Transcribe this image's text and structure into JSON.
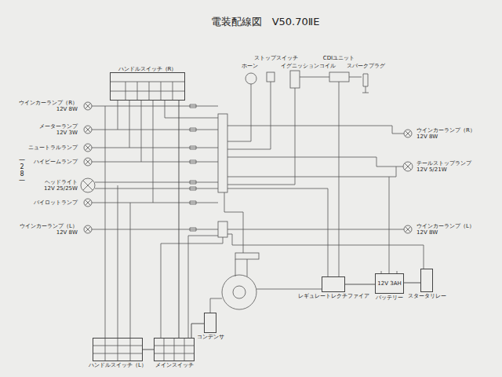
{
  "diagram": {
    "title": "電装配線図　V50.70ⅡE",
    "nodes": [
      {
        "text": [
          "ハンドルスイッチ（R）"
        ]
      },
      {
        "text": [
          "ハンドルスイッチ（L）"
        ]
      },
      {
        "text": [
          "メインスイッチ"
        ]
      },
      {
        "text": [
          "コンデンサ"
        ]
      },
      {
        "text": [
          "レギュレートレクチファイア"
        ]
      },
      {
        "text": [
          "12V 3AH",
          "バッテリー"
        ]
      },
      {
        "text": [
          "スタータリレー"
        ]
      }
    ],
    "edges": [
      {
        "from": 0,
        "to": 2,
        "arrow": "none"
      },
      {
        "from": 1,
        "to": 2,
        "arrow": "none"
      },
      {
        "from": 2,
        "to": 3,
        "arrow": "none"
      },
      {
        "from": 4,
        "to": 5,
        "arrow": "none"
      },
      {
        "from": 5,
        "to": 6,
        "arrow": "none"
      }
    ],
    "labels": [
      "ホーン",
      "ストップスイッチ",
      "イグニッションコイル",
      "CDIユニット",
      "スパークプラグ",
      "ウインカーランプ（R）",
      "12V 8W",
      "メーターランプ",
      "12V 3W",
      "ニュートラルランプ",
      "ハイビームランプ",
      "ヘッドライト",
      "12V 25/25W",
      "パイロットランプ",
      "ウインカーランプ（L）",
      "12V 8W",
      "ウインカーランプ（R）",
      "12V 8W",
      "テールストップランプ",
      "12V 5/21W",
      "ウインカーランプ（L）",
      "12V 8W",
      "—28—"
    ]
  }
}
